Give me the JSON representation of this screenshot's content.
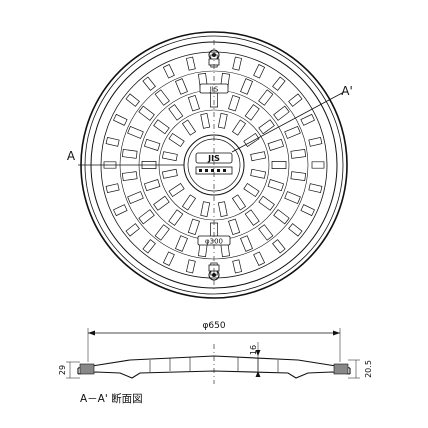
{
  "plan_view": {
    "section_label_left": "A",
    "section_label_right": "A'",
    "cover_plate_top": "JIS",
    "cover_plate_center": "JIS",
    "cover_plate_bottom": "φ300"
  },
  "section_view": {
    "diameter_label": "φ650",
    "dim_thickness_center": "16",
    "dim_height_left": "29",
    "dim_height_right": "20.5",
    "caption": "A－A' 断面図"
  }
}
